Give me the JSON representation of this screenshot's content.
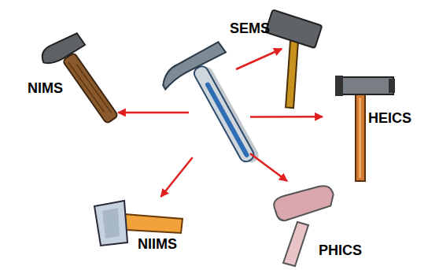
{
  "diagram": {
    "nodes": [
      {
        "text": []
      },
      {
        "text": [
          "SEMS"
        ]
      },
      {
        "text": [
          "NIMS"
        ]
      },
      {
        "text": [
          "HEICS"
        ]
      },
      {
        "text": [
          "NIIMS"
        ]
      },
      {
        "text": [
          "PHICS"
        ]
      }
    ],
    "edges": [
      {
        "from": 0,
        "to": 1,
        "arrow": "to"
      },
      {
        "from": 0,
        "to": 2,
        "arrow": "to"
      },
      {
        "from": 0,
        "to": 3,
        "arrow": "to"
      },
      {
        "from": 0,
        "to": 4,
        "arrow": "to"
      },
      {
        "from": 0,
        "to": 5,
        "arrow": "to"
      }
    ]
  }
}
